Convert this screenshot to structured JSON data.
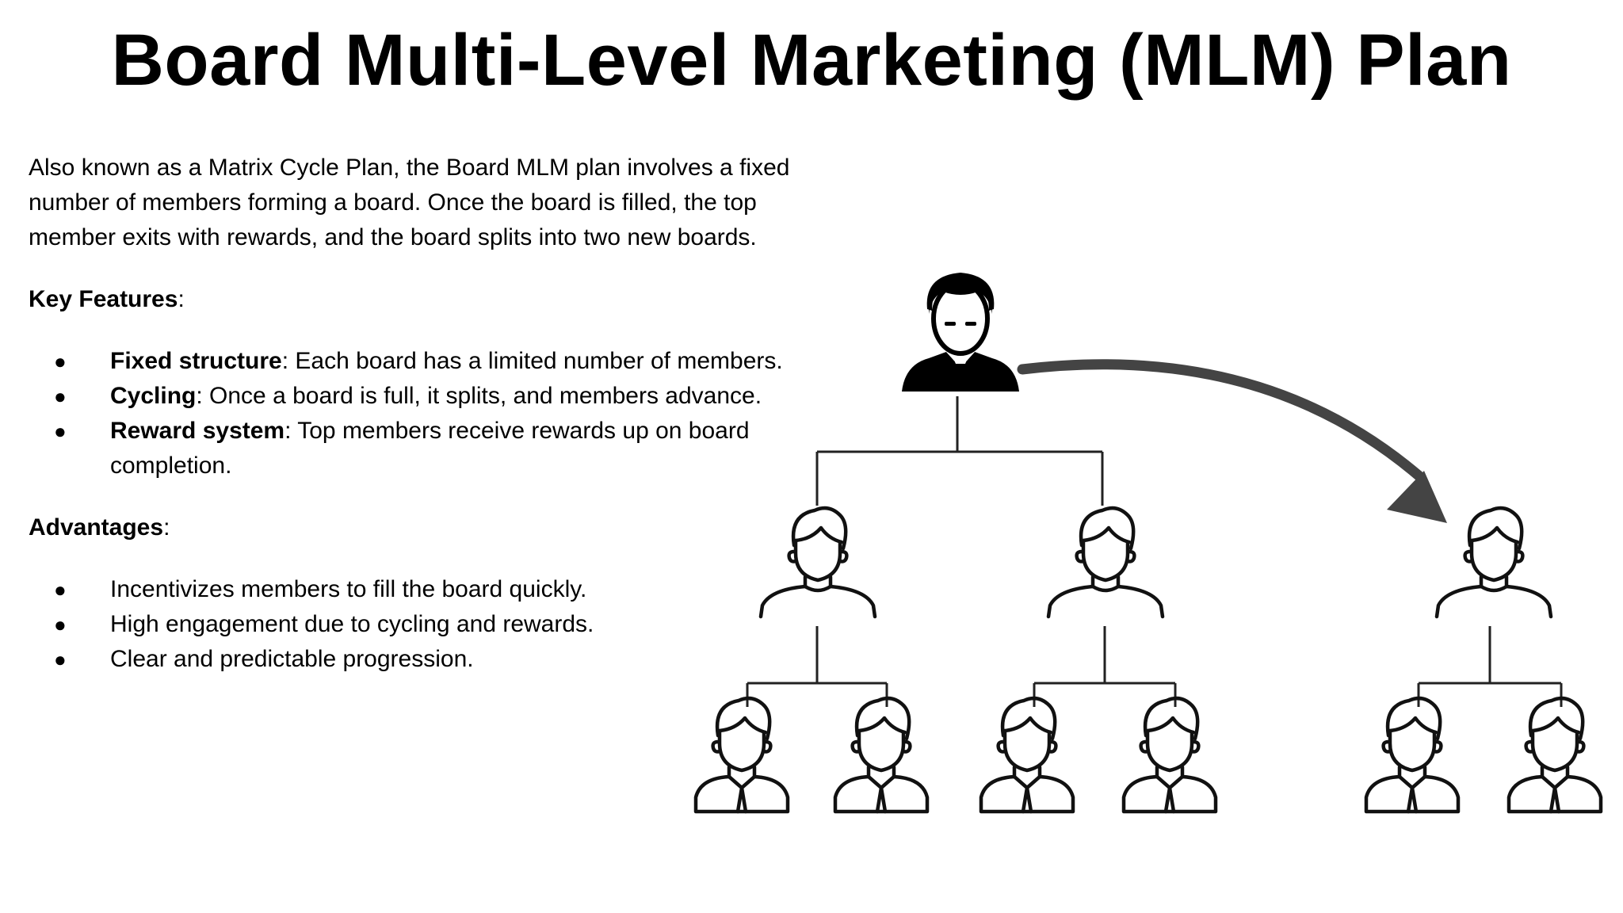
{
  "title": "Board Multi-Level Marketing (MLM) Plan",
  "intro": "Also known as a Matrix Cycle Plan, the Board MLM plan involves a fixed number of members forming a board. Once the board is filled, the top member exits with rewards, and the board splits into two new boards.",
  "key_features": {
    "heading": "Key Features",
    "items": [
      {
        "term": "Fixed structure",
        "desc": ": Each board has a limited number of members."
      },
      {
        "term": "Cycling",
        "desc": ": Once a board is full, it splits, and members advance."
      },
      {
        "term": "Reward system",
        "desc": ": Top members receive rewards up on board completion."
      }
    ]
  },
  "advantages": {
    "heading": "Advantages",
    "items": [
      "Incentivizes members to fill the board quickly.",
      "High engagement due to cycling and rewards.",
      "Clear and predictable progression."
    ]
  },
  "bullet_glyph": "●",
  "colon": ":",
  "diagram": {
    "top_member_icon": "businessman-icon",
    "member_icon": "person-outline-icon",
    "leaf_member_icon": "person-tie-outline-icon",
    "arrow_color": "#444444",
    "line_color": "#222222"
  }
}
